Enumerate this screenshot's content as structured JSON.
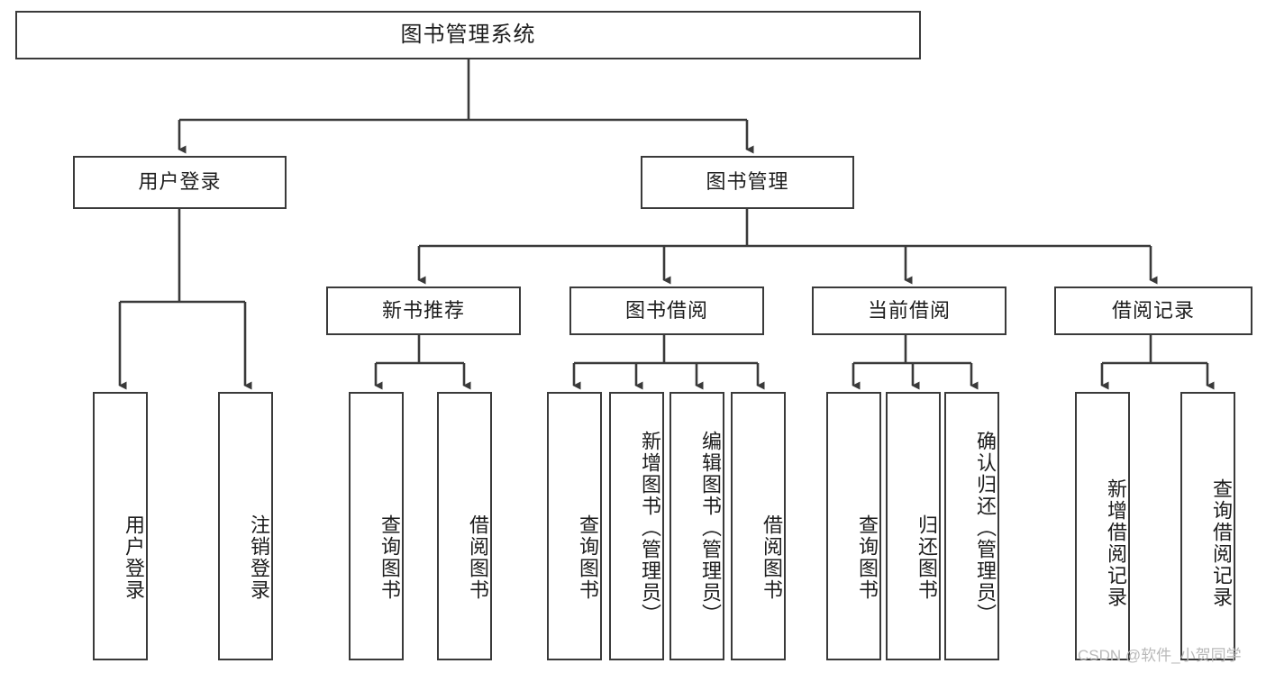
{
  "diagram": {
    "title": "图书管理系统",
    "watermark": "CSDN @软件_小贺同学",
    "edge_color": "#3a3a3a",
    "box_border_color": "#3a3a3a",
    "box_fill_color": "#ffffff",
    "text_color": "#1d1d1d",
    "background_color": "#ffffff"
  },
  "nodes": {
    "root": {
      "label": "图书管理系统"
    },
    "level2": [
      {
        "id": "user-login",
        "label": "用户登录"
      },
      {
        "id": "book-management",
        "label": "图书管理"
      }
    ],
    "level3": [
      {
        "id": "new-book-recommend",
        "label": "新书推荐"
      },
      {
        "id": "book-borrow",
        "label": "图书借阅"
      },
      {
        "id": "current-borrow",
        "label": "当前借阅"
      },
      {
        "id": "borrow-record",
        "label": "借阅记录"
      }
    ],
    "leaves": {
      "user_login": [
        {
          "id": "leaf-user-login",
          "label": "用户登录"
        },
        {
          "id": "leaf-logout-login",
          "label": "注销登录"
        }
      ],
      "new_book_recommend": [
        {
          "id": "leaf-query-book-1",
          "label": "查询图书"
        },
        {
          "id": "leaf-borrow-book-1",
          "label": "借阅图书"
        }
      ],
      "book_borrow": [
        {
          "id": "leaf-query-book-2",
          "label": "查询图书"
        },
        {
          "id": "leaf-add-book-admin",
          "label": "新增图书（管理员）"
        },
        {
          "id": "leaf-edit-book-admin",
          "label": "编辑图书（管理员）"
        },
        {
          "id": "leaf-borrow-book-2",
          "label": "借阅图书"
        }
      ],
      "current_borrow": [
        {
          "id": "leaf-query-book-3",
          "label": "查询图书"
        },
        {
          "id": "leaf-return-book",
          "label": "归还图书"
        },
        {
          "id": "leaf-confirm-return-admin",
          "label": "确认归还（管理员）"
        }
      ],
      "borrow_record": [
        {
          "id": "leaf-add-borrow-record",
          "label": "新增借阅记录"
        },
        {
          "id": "leaf-query-borrow-record",
          "label": "查询借阅记录"
        }
      ]
    }
  }
}
